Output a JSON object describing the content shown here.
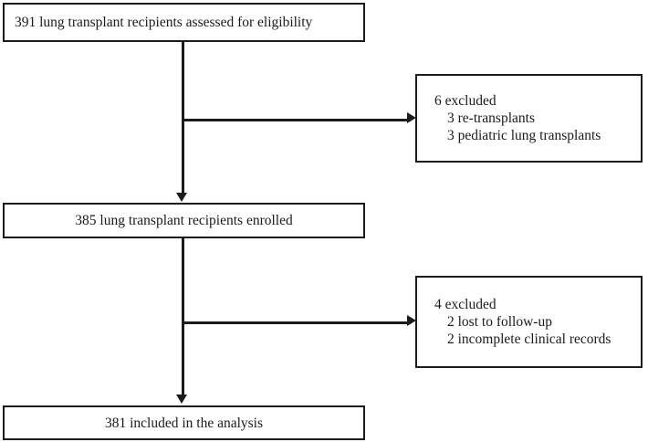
{
  "diagram": {
    "title": "Participant flow diagram",
    "line_color": "#1c1c1c",
    "text_color": "#1a1a1a",
    "background": "#ffffff",
    "nodes": {
      "eligibility": {
        "text": "391 lung transplant recipients assessed for eligibility"
      },
      "excluded_1": {
        "heading": "6 excluded",
        "reason_1": "3 re-transplants",
        "reason_2": "3 pediatric lung transplants"
      },
      "enrolled": {
        "text": "385 lung transplant recipients enrolled"
      },
      "excluded_2": {
        "heading": "4 excluded",
        "reason_1": "2 lost to follow-up",
        "reason_2": "2 incomplete clinical records"
      },
      "included": {
        "text": "381 included in the analysis"
      }
    }
  }
}
